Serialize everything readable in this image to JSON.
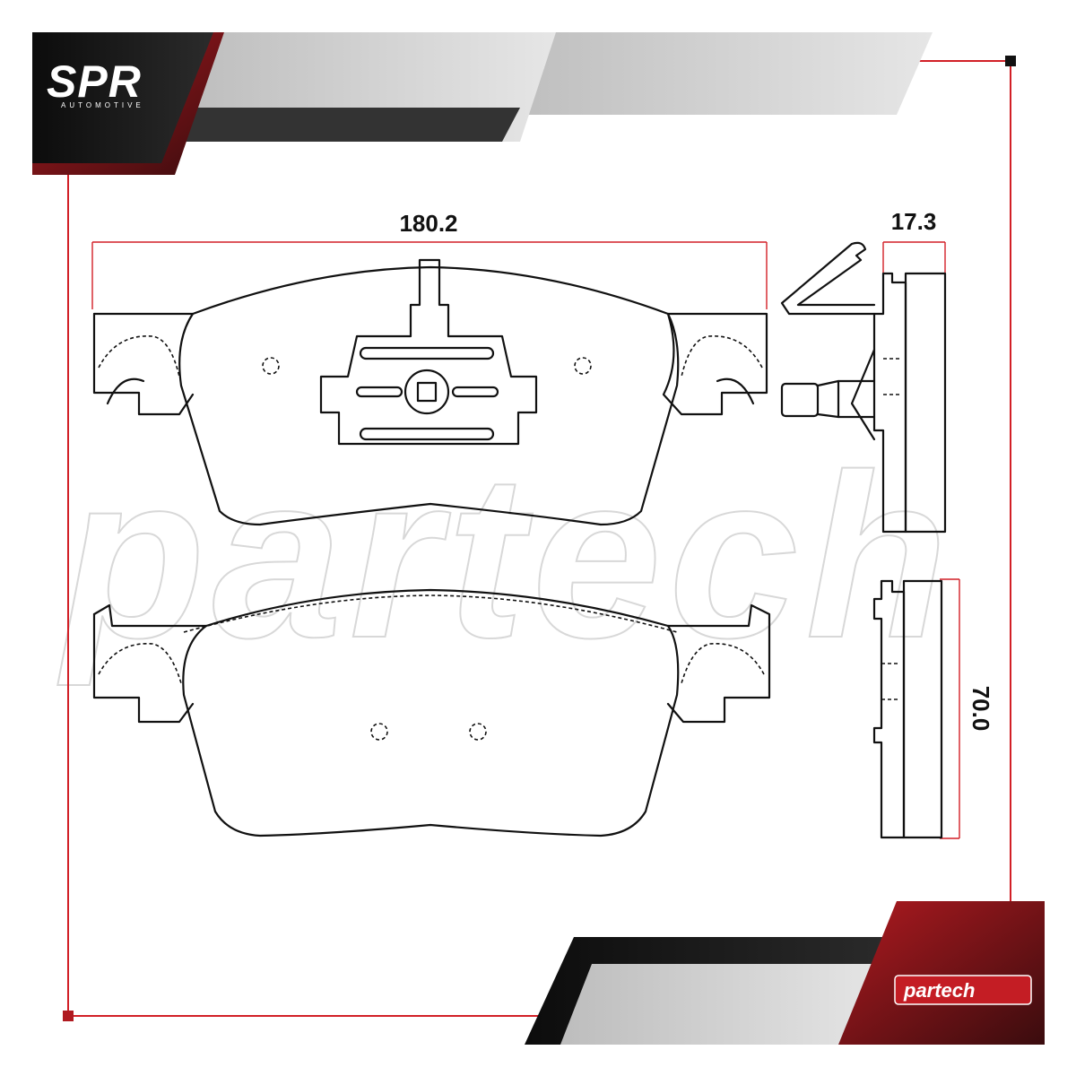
{
  "brand": {
    "logo_main": "SPR",
    "logo_sub": "AUTOMOTIVE",
    "badge": "partech",
    "watermark": "partech"
  },
  "dimensions": {
    "width": "180.2",
    "thickness": "17.3",
    "height": "70.0"
  },
  "colors": {
    "accent_red": "#d21f26",
    "dark": "#111111",
    "grey": "#c8c8c8"
  }
}
